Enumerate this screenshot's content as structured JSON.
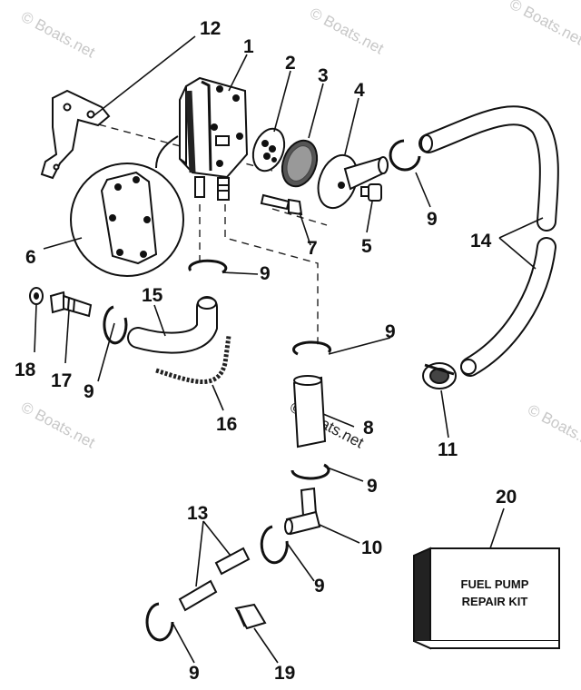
{
  "watermark": "© Boats.net",
  "callouts": [
    {
      "id": "c12",
      "text": "12"
    },
    {
      "id": "c1",
      "text": "1"
    },
    {
      "id": "c2",
      "text": "2"
    },
    {
      "id": "c3",
      "text": "3"
    },
    {
      "id": "c4",
      "text": "4"
    },
    {
      "id": "c6",
      "text": "6"
    },
    {
      "id": "c9a",
      "text": "9"
    },
    {
      "id": "c5",
      "text": "5"
    },
    {
      "id": "c7",
      "text": "7"
    },
    {
      "id": "c14",
      "text": "14"
    },
    {
      "id": "c9b",
      "text": "9"
    },
    {
      "id": "c15",
      "text": "15"
    },
    {
      "id": "c9c",
      "text": "9"
    },
    {
      "id": "c18",
      "text": "18"
    },
    {
      "id": "c17",
      "text": "17"
    },
    {
      "id": "c9d",
      "text": "9"
    },
    {
      "id": "c16",
      "text": "16"
    },
    {
      "id": "c8",
      "text": "8"
    },
    {
      "id": "c11",
      "text": "11"
    },
    {
      "id": "c9e",
      "text": "9"
    },
    {
      "id": "c20",
      "text": "20"
    },
    {
      "id": "c13",
      "text": "13"
    },
    {
      "id": "c10",
      "text": "10"
    },
    {
      "id": "c9f",
      "text": "9"
    },
    {
      "id": "c9g",
      "text": "9"
    },
    {
      "id": "c19",
      "text": "19"
    }
  ],
  "kit_box": {
    "line1": "FUEL PUMP",
    "line2": "REPAIR KIT"
  }
}
